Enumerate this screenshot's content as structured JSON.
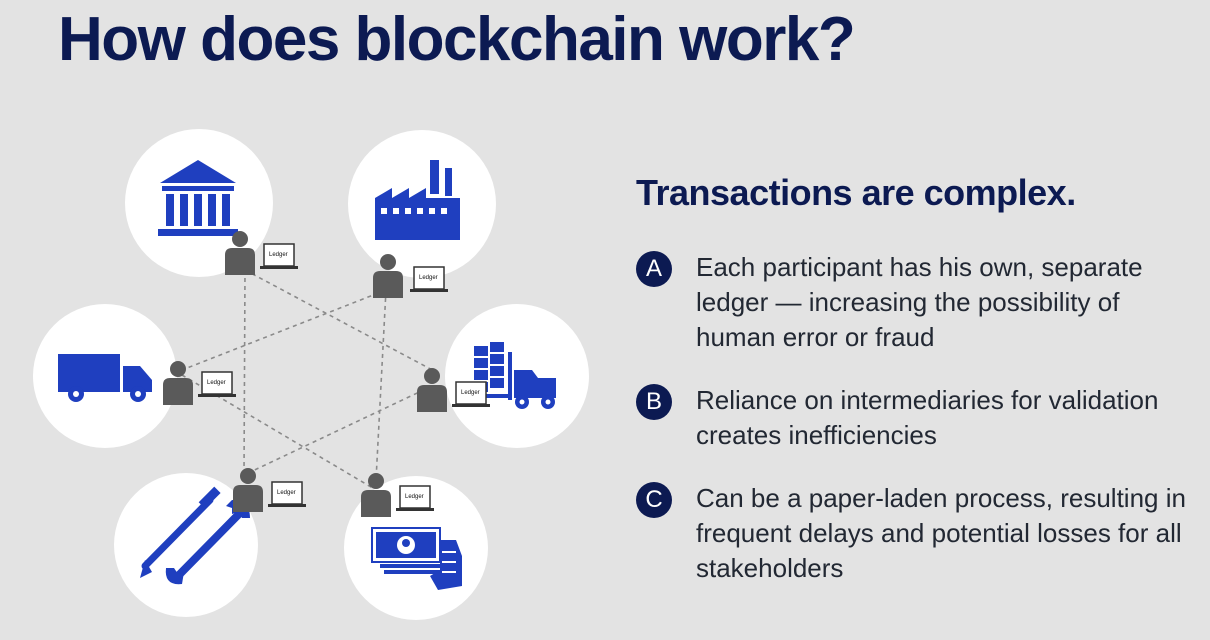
{
  "title": "How does blockchain work?",
  "subtitle": "Transactions are complex.",
  "points": [
    {
      "badge": "A",
      "text": "Each participant has his own, separate ledger — increasing the possibility of human error or fraud"
    },
    {
      "badge": "B",
      "text": "Reliance on intermediaries for validation creates inefficiencies"
    },
    {
      "badge": "C",
      "text": "Can be a paper-laden process, resulting in frequent delays and potential losses for all stakeholders"
    }
  ],
  "participants": [
    {
      "icon": "bank-icon",
      "ledger_label": "Ledger"
    },
    {
      "icon": "factory-icon",
      "ledger_label": "Ledger"
    },
    {
      "icon": "truck-icon",
      "ledger_label": "Ledger"
    },
    {
      "icon": "forklift-icon",
      "ledger_label": "Ledger"
    },
    {
      "icon": "tools-icon",
      "ledger_label": "Ledger"
    },
    {
      "icon": "money-hand-icon",
      "ledger_label": "Ledger"
    }
  ],
  "colors": {
    "title": "#0c1a52",
    "badge": "#0c1a52",
    "icon_blue": "#1f3fbf",
    "person": "#5a5a5a",
    "background": "#e3e3e3",
    "circle": "#ffffff"
  }
}
